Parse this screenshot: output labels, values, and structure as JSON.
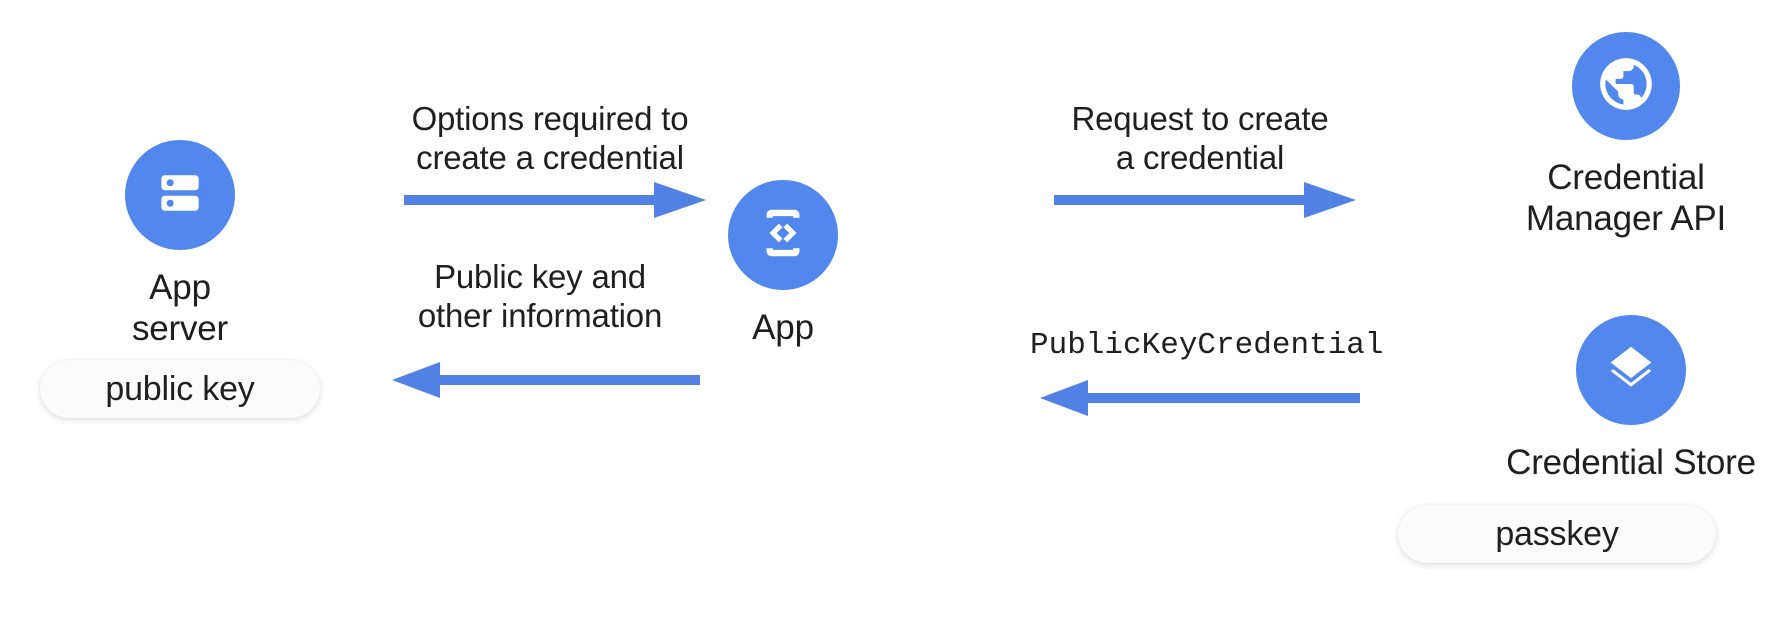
{
  "theme": {
    "brand_blue": "#5287ee",
    "arrow_blue": "#5181e4",
    "text_dark": "#1f1f1f",
    "pill_bg": "#fbfbfb",
    "page_bg": "#ffffff"
  },
  "nodes": {
    "app_server": {
      "label": "App server",
      "icon": "server-icon"
    },
    "app": {
      "label": "App",
      "icon": "phone-code-icon"
    },
    "credential_manager_api": {
      "label": "Credential\nManager API",
      "icon": "globe-icon"
    },
    "credential_store": {
      "label": "Credential Store",
      "icon": "layers-icon"
    }
  },
  "pills": {
    "public_key": {
      "label": "public key"
    },
    "passkey": {
      "label": "passkey"
    }
  },
  "flows": [
    {
      "id": "options-required",
      "caption": "Options required to\ncreate a credential",
      "direction": "right",
      "mono": false
    },
    {
      "id": "public-key-and-other-information",
      "caption": "Public key and\nother information",
      "direction": "left",
      "mono": false
    },
    {
      "id": "request-to-create",
      "caption": "Request to create\na credential",
      "direction": "right",
      "mono": false
    },
    {
      "id": "public-key-credential",
      "caption": "PublicKeyCredential",
      "direction": "left",
      "mono": true
    }
  ]
}
